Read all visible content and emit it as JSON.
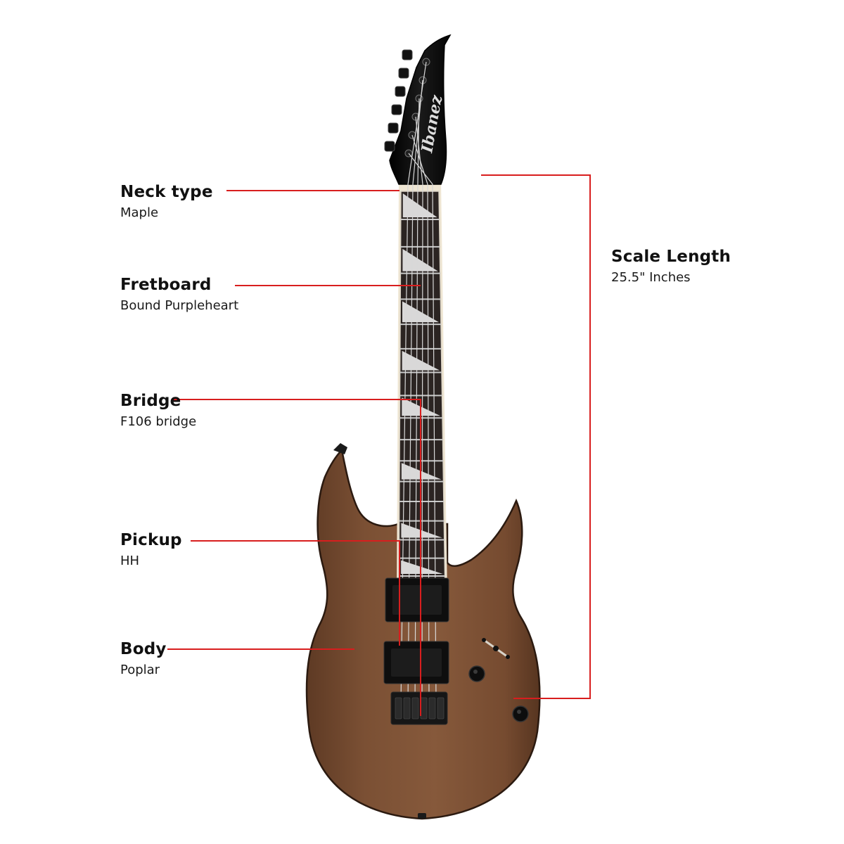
{
  "specs": {
    "neck": {
      "title": "Neck type",
      "value": "Maple"
    },
    "fretboard": {
      "title": "Fretboard",
      "value": "Bound Purpleheart"
    },
    "bridge": {
      "title": "Bridge",
      "value": "F106 bridge"
    },
    "pickup": {
      "title": "Pickup",
      "value": "HH"
    },
    "body": {
      "title": "Body",
      "value": "Poplar"
    },
    "scale": {
      "title": "Scale Length",
      "value": "25.5\" Inches"
    }
  },
  "brand_logo_text": "Ibanez",
  "colors": {
    "callout_line": "#d81e1e",
    "body_wood": "#7a4f33",
    "fretboard": "#2a2422",
    "headstock": "#0b0b0b",
    "hardware": "#111111",
    "inlay": "#e8e8e8",
    "text": "#111111"
  },
  "icons": [
    "guitar-illustration",
    "tuning-peg-icon",
    "humbucker-pickup-icon",
    "bridge-icon",
    "control-knob-icon"
  ]
}
